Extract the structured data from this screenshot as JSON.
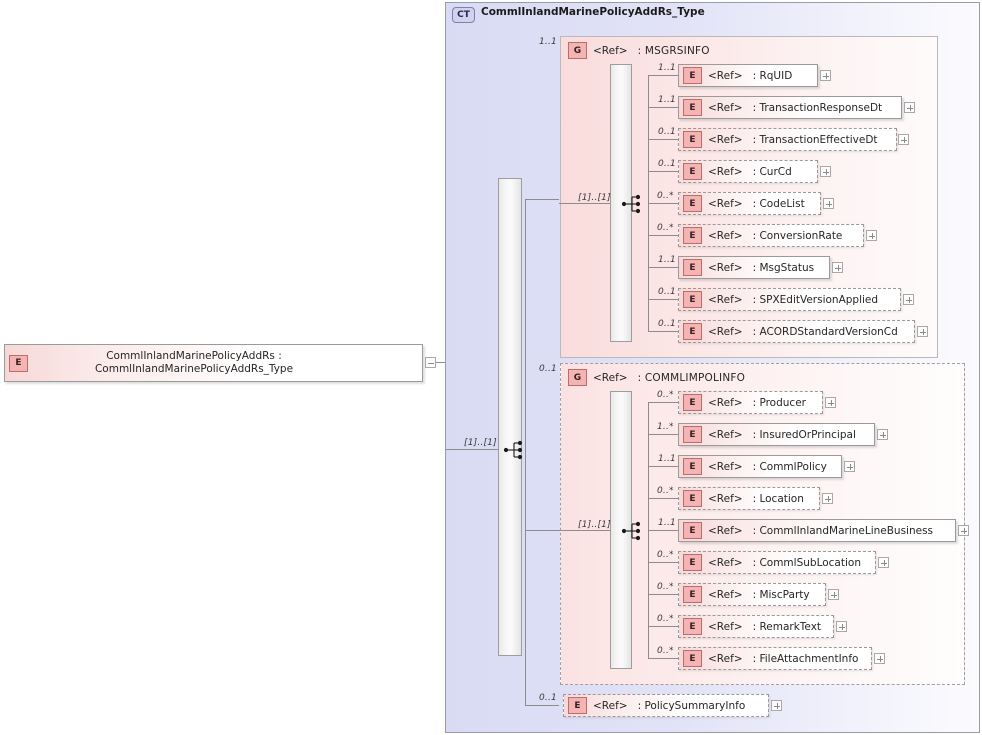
{
  "diagram": {
    "kind": "xml-schema-diagram",
    "root_element": {
      "badge": "E",
      "label": "CommlInlandMarinePolicyAddRs  : CommlInlandMarinePolicyAddRs_Type",
      "name": "CommlInlandMarinePolicyAddRs",
      "type": ": CommlInlandMarinePolicyAddRs_Type",
      "expander": "minus"
    },
    "complex_type": {
      "badge": "CT",
      "title": "CommlInlandMarinePolicyAddRs_Type"
    },
    "root_sequence": {
      "cardinality": "[1]..[1]",
      "icon": "sequence-icon"
    },
    "groups": [
      {
        "badge": "G",
        "ref": "<Ref>",
        "name": ": MSGRSINFO",
        "cardinality": "1..1",
        "optional": false,
        "sequence": {
          "cardinality": "[1]..[1]",
          "icon": "sequence-icon"
        },
        "items": [
          {
            "badge": "E",
            "ref": "<Ref>",
            "name": ": RqUID",
            "cardinality": "1..1",
            "optional": false,
            "expander": "plus"
          },
          {
            "badge": "E",
            "ref": "<Ref>",
            "name": ": TransactionResponseDt",
            "cardinality": "1..1",
            "optional": false,
            "expander": "plus"
          },
          {
            "badge": "E",
            "ref": "<Ref>",
            "name": ": TransactionEffectiveDt",
            "cardinality": "0..1",
            "optional": true,
            "expander": "plus"
          },
          {
            "badge": "E",
            "ref": "<Ref>",
            "name": ": CurCd",
            "cardinality": "0..1",
            "optional": true,
            "expander": "plus"
          },
          {
            "badge": "E",
            "ref": "<Ref>",
            "name": ": CodeList",
            "cardinality": "0..*",
            "optional": true,
            "expander": "plus"
          },
          {
            "badge": "E",
            "ref": "<Ref>",
            "name": ": ConversionRate",
            "cardinality": "0..*",
            "optional": true,
            "expander": "plus"
          },
          {
            "badge": "E",
            "ref": "<Ref>",
            "name": ": MsgStatus",
            "cardinality": "1..1",
            "optional": false,
            "expander": "plus"
          },
          {
            "badge": "E",
            "ref": "<Ref>",
            "name": ": SPXEditVersionApplied",
            "cardinality": "0..1",
            "optional": true,
            "expander": "plus"
          },
          {
            "badge": "E",
            "ref": "<Ref>",
            "name": ": ACORDStandardVersionCd",
            "cardinality": "0..1",
            "optional": true,
            "expander": "plus"
          }
        ]
      },
      {
        "badge": "G",
        "ref": "<Ref>",
        "name": ": COMMLIMPOLINFO",
        "cardinality": "0..1",
        "optional": true,
        "sequence": {
          "cardinality": "[1]..[1]",
          "icon": "sequence-icon"
        },
        "items": [
          {
            "badge": "E",
            "ref": "<Ref>",
            "name": ": Producer",
            "cardinality": "0..*",
            "optional": true,
            "expander": "plus"
          },
          {
            "badge": "E",
            "ref": "<Ref>",
            "name": ": InsuredOrPrincipal",
            "cardinality": "1..*",
            "optional": false,
            "expander": "plus"
          },
          {
            "badge": "E",
            "ref": "<Ref>",
            "name": ": CommlPolicy",
            "cardinality": "1..1",
            "optional": false,
            "expander": "plus"
          },
          {
            "badge": "E",
            "ref": "<Ref>",
            "name": ": Location",
            "cardinality": "0..*",
            "optional": true,
            "expander": "plus"
          },
          {
            "badge": "E",
            "ref": "<Ref>",
            "name": ": CommlInlandMarineLineBusiness",
            "cardinality": "1..1",
            "optional": false,
            "expander": "plus"
          },
          {
            "badge": "E",
            "ref": "<Ref>",
            "name": ": CommlSubLocation",
            "cardinality": "0..*",
            "optional": true,
            "expander": "plus"
          },
          {
            "badge": "E",
            "ref": "<Ref>",
            "name": ": MiscParty",
            "cardinality": "0..*",
            "optional": true,
            "expander": "plus"
          },
          {
            "badge": "E",
            "ref": "<Ref>",
            "name": ": RemarkText",
            "cardinality": "0..*",
            "optional": true,
            "expander": "plus"
          },
          {
            "badge": "E",
            "ref": "<Ref>",
            "name": ": FileAttachmentInfo",
            "cardinality": "0..*",
            "optional": true,
            "expander": "plus"
          }
        ]
      }
    ],
    "trailing_items": [
      {
        "badge": "E",
        "ref": "<Ref>",
        "name": ": PolicySummaryInfo",
        "cardinality": "0..1",
        "optional": true,
        "expander": "plus"
      }
    ]
  }
}
